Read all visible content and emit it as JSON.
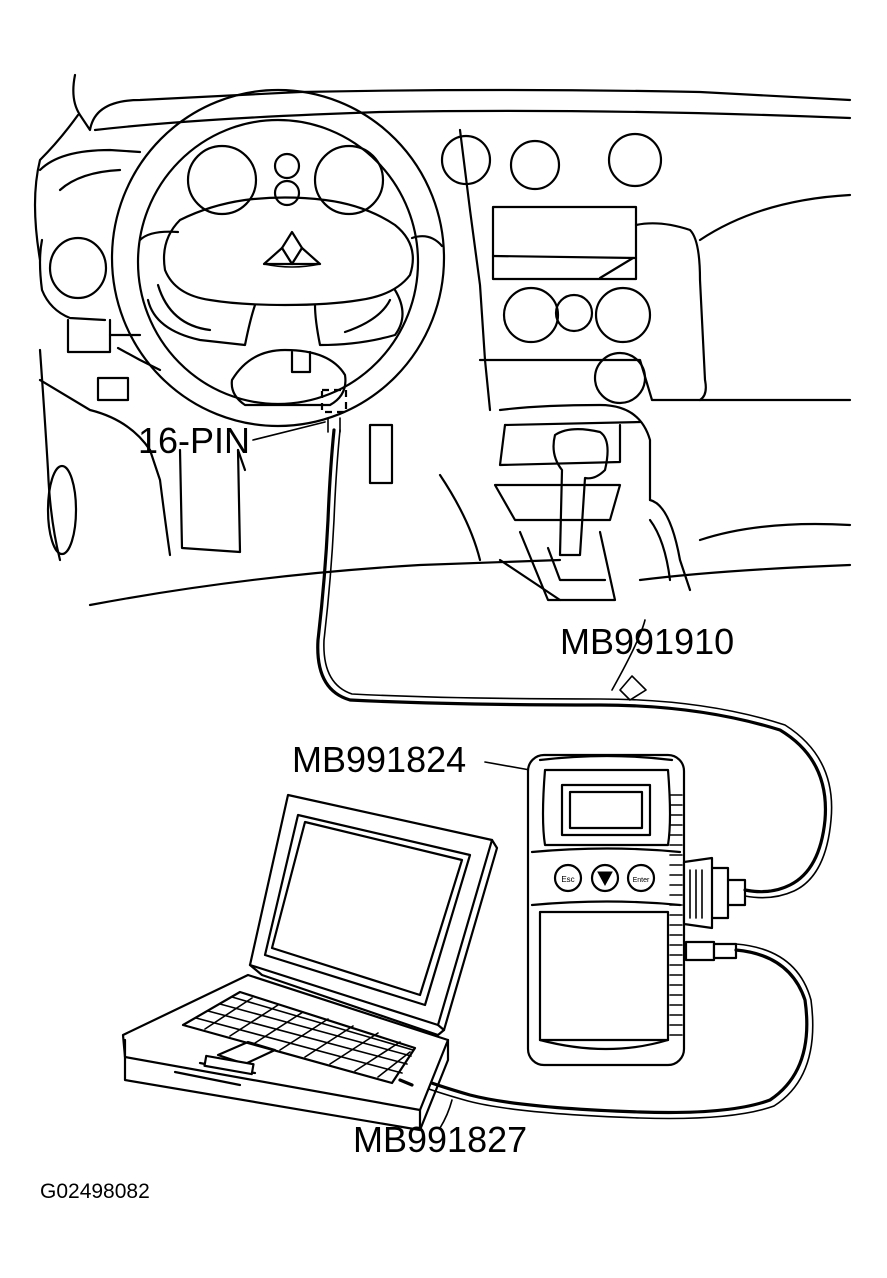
{
  "labels": {
    "connector": "16-PIN",
    "cable_main": "MB991910",
    "interface_unit": "MB991824",
    "usb_cable": "MB991827",
    "figure_id": "G02498082"
  },
  "device_buttons": {
    "esc": "Esc",
    "enter": "Enter"
  },
  "icons": [
    "mitsubishi-logo-icon",
    "down-arrow-icon"
  ]
}
